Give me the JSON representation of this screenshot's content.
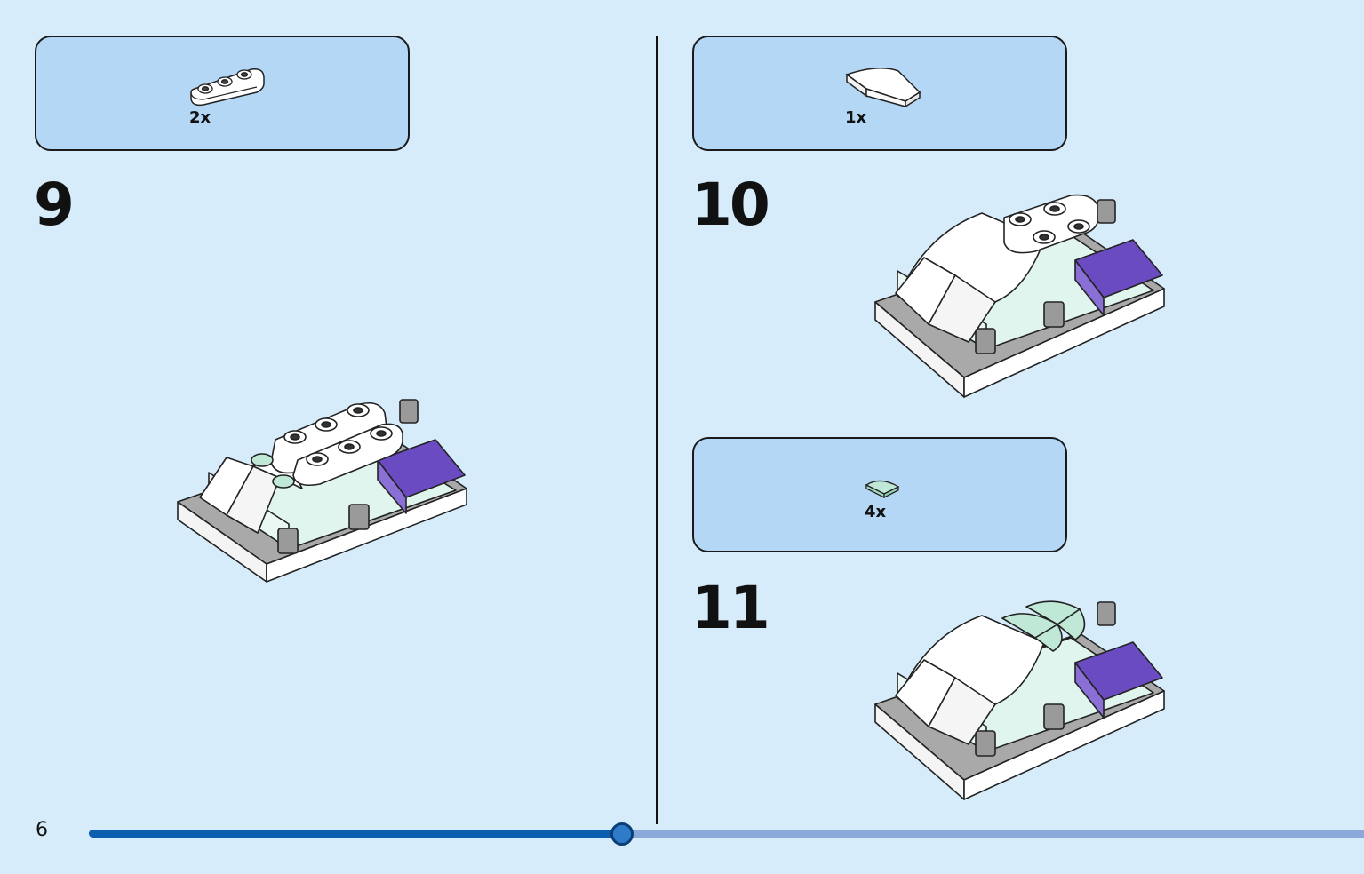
{
  "page": {
    "number": "6",
    "progress": 0.418
  },
  "steps": [
    {
      "number": "9",
      "parts": [
        {
          "qty": "2x",
          "icon": "plate-1x3-rounded-white-icon"
        }
      ]
    },
    {
      "number": "10",
      "parts": [
        {
          "qty": "1x",
          "icon": "curved-slope-white-icon"
        }
      ]
    },
    {
      "number": "11",
      "parts": [
        {
          "qty": "4x",
          "icon": "quarter-tile-mint-icon"
        }
      ]
    }
  ],
  "colors": {
    "background": "#d6ecfb",
    "parts_box": "#b3d7f5",
    "progress_done": "#0b5fae",
    "progress_remaining": "#8aa9d8",
    "brick_white": "#ffffff",
    "brick_mint": "#dff5ee",
    "brick_grey": "#a9a9a9",
    "brick_purple": "#6b4bc2",
    "tile_mint": "#bfe9d6"
  }
}
